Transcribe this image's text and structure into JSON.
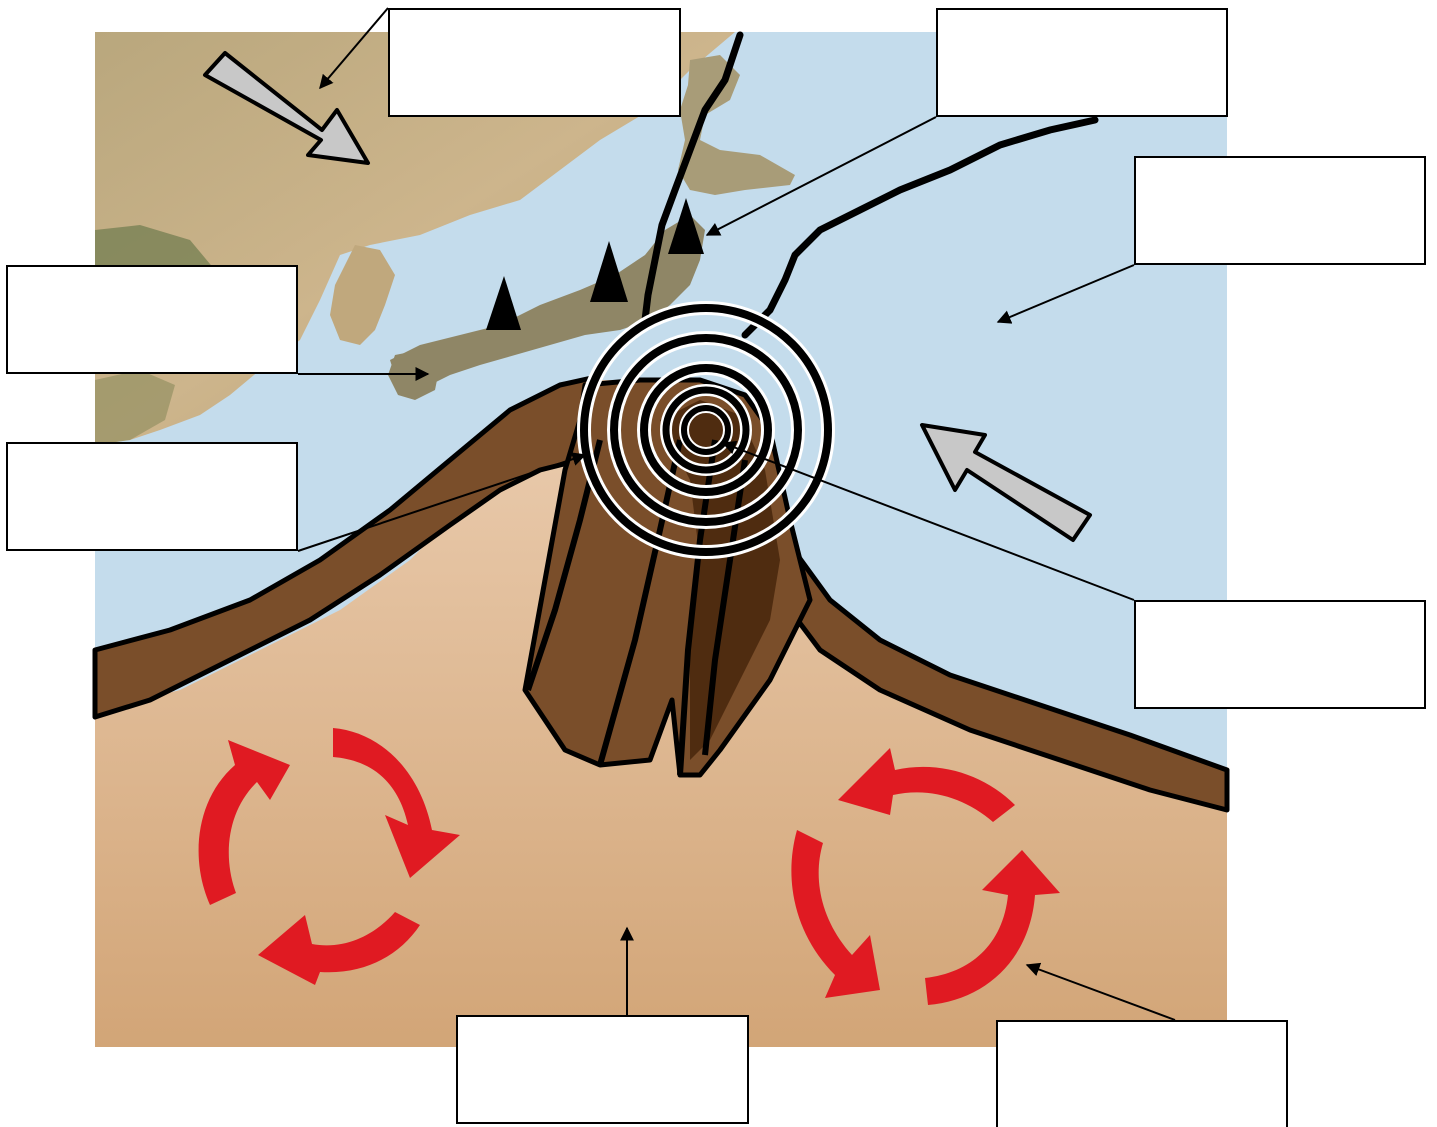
{
  "diagram": {
    "colors": {
      "ocean": "#c4dcec",
      "land": "#c8b38a",
      "mantle_top": "#e8c9ab",
      "mantle_bottom": "#d4a77a",
      "crust": "#7a4e2a",
      "crust_dark": "#4f2c10",
      "outline": "#000000",
      "convection_arrow": "#e01a22",
      "plate_arrow": "#c8c8c8",
      "volcano": "#000000"
    },
    "icons": {
      "plate_motion": "gray-arrow-icon",
      "volcano": "volcano-triangle-icon",
      "earthquake_focus": "concentric-rings-icon",
      "convection_current": "circular-red-arrows-icon"
    },
    "labels": [
      {
        "id": "label-eurasian-plate",
        "text": ""
      },
      {
        "id": "label-volcanoes",
        "text": ""
      },
      {
        "id": "label-pacific-plate",
        "text": ""
      },
      {
        "id": "label-japan",
        "text": ""
      },
      {
        "id": "label-subduction-zone",
        "text": ""
      },
      {
        "id": "label-earthquake-focus",
        "text": ""
      },
      {
        "id": "label-mantle",
        "text": ""
      },
      {
        "id": "label-convection-currents",
        "text": ""
      }
    ]
  }
}
